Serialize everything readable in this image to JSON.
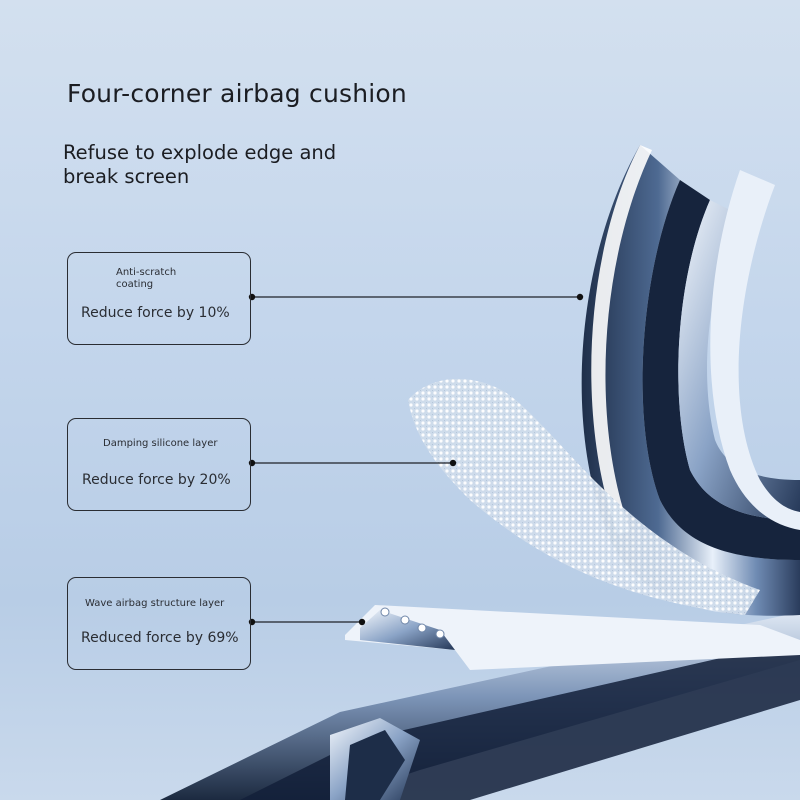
{
  "heading": {
    "title": "Four-corner airbag cushion",
    "subtitle": "Refuse to explode edge and break screen"
  },
  "callouts": [
    {
      "label": "Anti-scratch coating",
      "value": "Reduce force by 10%"
    },
    {
      "label": "Damping silicone layer",
      "value": "Reduce force by 20%"
    },
    {
      "label": "Wave airbag structure layer",
      "value": "Reduced force by 69%"
    }
  ],
  "colors": {
    "background": "#c4d6ec",
    "text": "#1b1d22",
    "frame_steel": "#2d3f5c",
    "highlight": "#ffffff"
  }
}
